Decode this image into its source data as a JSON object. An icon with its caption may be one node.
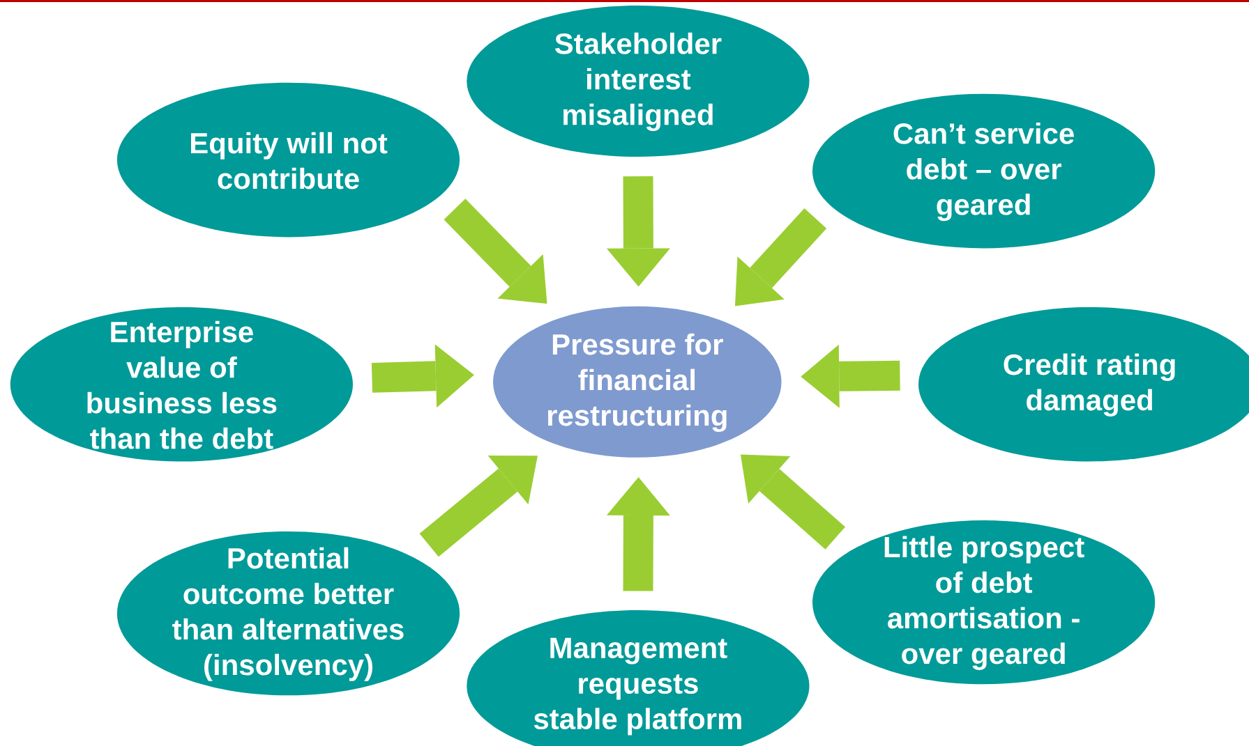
{
  "diagram": {
    "nodes": [
      {
        "text": [
          "Stakeholder interest misaligned"
        ]
      },
      {
        "text": [
          "Equity will not contribute"
        ]
      },
      {
        "text": [
          "Can’t service debt – over geared"
        ]
      },
      {
        "text": [
          "Enterprise value of business less than the debt"
        ]
      },
      {
        "text": [
          "Pressure for financial restructuring"
        ]
      },
      {
        "text": [
          "Credit rating damaged"
        ]
      },
      {
        "text": [
          "Potential outcome better than alternatives (insolvency)"
        ]
      },
      {
        "text": [
          "Little prospect of debt amortisation - over geared"
        ]
      },
      {
        "text": [
          "Management requests stable platform"
        ]
      }
    ],
    "edges": [
      {
        "from": 0,
        "to": 4,
        "arrow": "to"
      },
      {
        "from": 1,
        "to": 4,
        "arrow": "to"
      },
      {
        "from": 2,
        "to": 4,
        "arrow": "to"
      },
      {
        "from": 3,
        "to": 4,
        "arrow": "to"
      },
      {
        "from": 5,
        "to": 4,
        "arrow": "to"
      },
      {
        "from": 6,
        "to": 4,
        "arrow": "to"
      },
      {
        "from": 7,
        "to": 4,
        "arrow": "to"
      },
      {
        "from": 8,
        "to": 4,
        "arrow": "to"
      }
    ]
  }
}
